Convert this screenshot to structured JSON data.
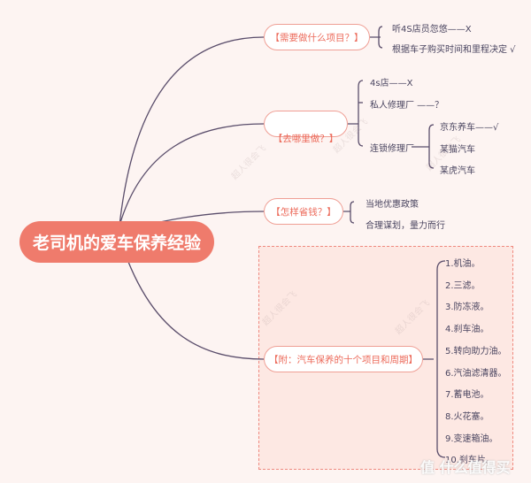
{
  "root": "老司机的爱车保养经验",
  "branches": [
    {
      "label": "【需要做什么项目？】",
      "children": [
        "听4S店员忽悠——X",
        "根据车子购买时间和里程决定 √"
      ]
    },
    {
      "label": "【去哪里做？】",
      "children": [
        "4s店——X",
        "私人修理厂 ——？",
        "连锁修理厂"
      ],
      "sub": [
        "京东养车——√",
        "某猫汽车",
        "某虎汽车"
      ]
    },
    {
      "label": "【怎样省钱？】",
      "children": [
        "当地优惠政策",
        "合理谋划，量力而行"
      ]
    },
    {
      "label": "【附：汽车保养的十个项目和周期】",
      "children": [
        "1.机油。",
        "2.三滤。",
        "3.防冻液。",
        "4.刹车油。",
        "5.转向助力油。",
        "6.汽油滤清器。",
        "7.蓄电池。",
        "8.火花塞。",
        "9.变速箱油。",
        "10.刹车片。"
      ]
    }
  ],
  "watermark": "超人很会飞",
  "logo": "值 什么值得买"
}
